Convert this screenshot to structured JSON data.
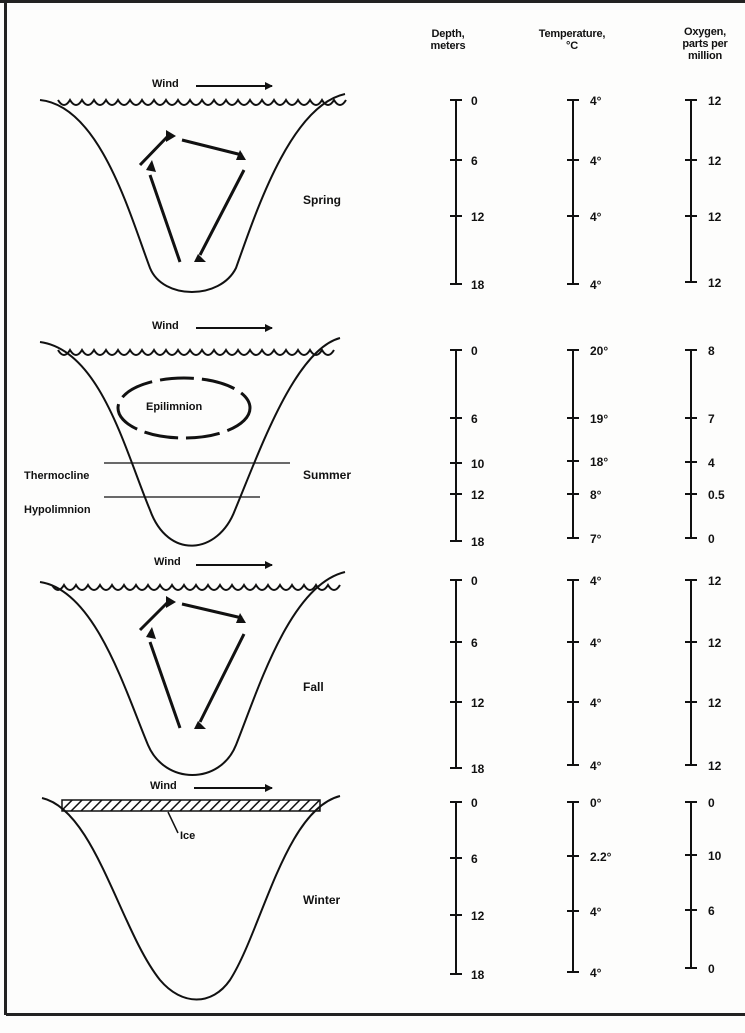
{
  "headers": {
    "depth": "Depth,\nmeters",
    "temperature": "Temperature,\n°C",
    "oxygen": "Oxygen,\nparts per\nmillion"
  },
  "diagram_labels": {
    "wind": "Wind",
    "epilimnion": "Epilimnion",
    "thermocline": "Thermocline",
    "hypolimnion": "Hypolimnion",
    "ice": "Ice"
  },
  "seasons": [
    {
      "name": "Spring",
      "depth": [
        "0",
        "6",
        "12",
        "18"
      ],
      "temperature": [
        "4°",
        "4°",
        "4°",
        "4°"
      ],
      "oxygen": [
        "12",
        "12",
        "12",
        "12"
      ]
    },
    {
      "name": "Summer",
      "depth": [
        "0",
        "6",
        "10",
        "12",
        "18"
      ],
      "temperature": [
        "20°",
        "19°",
        "18°",
        "8°",
        "7°"
      ],
      "oxygen": [
        "8",
        "7",
        "4",
        "0.5",
        "0"
      ]
    },
    {
      "name": "Fall",
      "depth": [
        "0",
        "6",
        "12",
        "18"
      ],
      "temperature": [
        "4°",
        "4°",
        "4°",
        "4°"
      ],
      "oxygen": [
        "12",
        "12",
        "12",
        "12"
      ]
    },
    {
      "name": "Winter",
      "depth": [
        "0",
        "6",
        "12",
        "18"
      ],
      "temperature": [
        "0°",
        "2.2°",
        "4°",
        "4°"
      ],
      "oxygen": [
        "0",
        "10",
        "6",
        "0"
      ]
    }
  ]
}
